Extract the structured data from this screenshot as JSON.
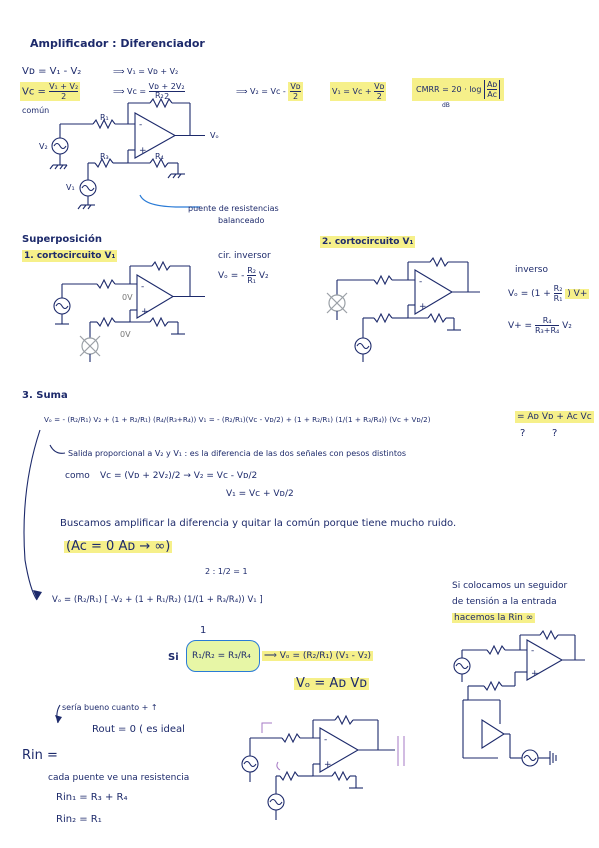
{
  "title": "Amplificador : Diferenciador",
  "top": {
    "eq_vd": "Vᴅ = V₁ - V₂",
    "eq_vc_left": "Vc = ",
    "eq_vc_frac_num": "V₁ + V₂",
    "eq_vc_frac_den": "2",
    "comun": "común",
    "arrow1_a": "⟹ V₁ = Vᴅ + V₂",
    "arrow1_b": "⟹ Vc = ",
    "vc2_num": "Vᴅ + 2V₂",
    "vc2_den": "2",
    "arrow2": "⟹ V₂ = Vc - ",
    "v2_num": "Vᴅ",
    "v2_den": "2",
    "v1_left": "V₁ = Vc + ",
    "v1_num": "Vᴅ",
    "v1_den": "2",
    "cmrr_left": "CMRR = 20 · log",
    "cmrr_num": "Aᴅ",
    "cmrr_den": "Ac",
    "dB": "dB"
  },
  "circuit1": {
    "r1": "R₁",
    "r2": "R₂",
    "r3": "R₃",
    "r4": "R₄",
    "v1": "V₁",
    "v2": "V₂",
    "vo": "Vₒ",
    "bridge_note": "puente de resistencias",
    "bridge_note2": "balanceado"
  },
  "superposicion": {
    "title": "Superposición",
    "case1": "1.  cortocircuito V₁",
    "case2": "2.  cortocircuito V₁",
    "inv_title": "cir. inversor",
    "inv_eq": "Vₒ = - ",
    "inv_num": "R₂",
    "inv_den": "R₁",
    "inv_tail": "V₂",
    "ov1": "0V",
    "ov2": "0V",
    "noninv_title": "inverso",
    "noninv_eq": "Vₒ = (1 + ",
    "noninv_num": "R₂",
    "noninv_den": "R₁",
    "noninv_tail": ") V+",
    "vplus": "V+ = ",
    "vplus_num": "R₄",
    "vplus_den": "R₃+R₄",
    "vplus_tail": "V₂"
  },
  "suma": {
    "title": "3. Suma",
    "main_eq": "Vₒ = - (R₂/R₁) V₂ + (1 + R₂/R₁) (R₄/(R₃+R₄)) V₁ = - (R₂/R₁)(Vc - Vᴅ/2) + (1 + R₂/R₁) (1/(1 + R₃/R₄)) (Vc + Vᴅ/2)",
    "eq_rhs": "= Aᴅ Vᴅ + Ac Vc",
    "q1": "?",
    "q2": "?",
    "note1": "Salida proporcional a V₂ y V₁ : es la diferencia de las dos señales con pesos distintos",
    "como": "como",
    "como_eq": "Vc = (Vᴅ + 2V₂)/2  →  V₂ = Vc - Vᴅ/2",
    "como_eq2": "V₁ = Vc + Vᴅ/2",
    "buscamos": "Buscamos amplificar la diferencia y quitar la común porque tiene mucho ruido.",
    "ac": "(Ac = 0   Aᴅ → ∞)",
    "vo_bracket": "Vₒ = (R₂/R₁) [ -V₂ + (1 + R₁/R₂) (1/(1 + R₃/R₄)) V₁ ]",
    "two_label": "2 : 1/2 = 1",
    "one_label": "1",
    "si": "Si",
    "si_eq": "R₁/R₂ = R₃/R₄",
    "implies": "⟹ Vₒ = (R₂/R₁) (V₁ - V₂)",
    "vo_final": "Vₒ = Aᴅ Vᴅ",
    "seguidor": "Si colocamos un seguidor",
    "seguidor2": "de tensión a la entrada",
    "seguidor3": "hacemos la Rin ∞"
  },
  "bottom": {
    "bueno": "sería bueno cuanto + ↑",
    "rout": "Rout = 0  ( es ideal",
    "rin": "Rin =",
    "cada": "cada puente ve una resistencia",
    "rin1": "Rin₁ = R₃ + R₄",
    "rin2": "Rin₂ = R₁"
  },
  "colors": {
    "ink": "#1d2a6b",
    "highlight": "#f6f08a",
    "accent": "#2a7bd6"
  }
}
